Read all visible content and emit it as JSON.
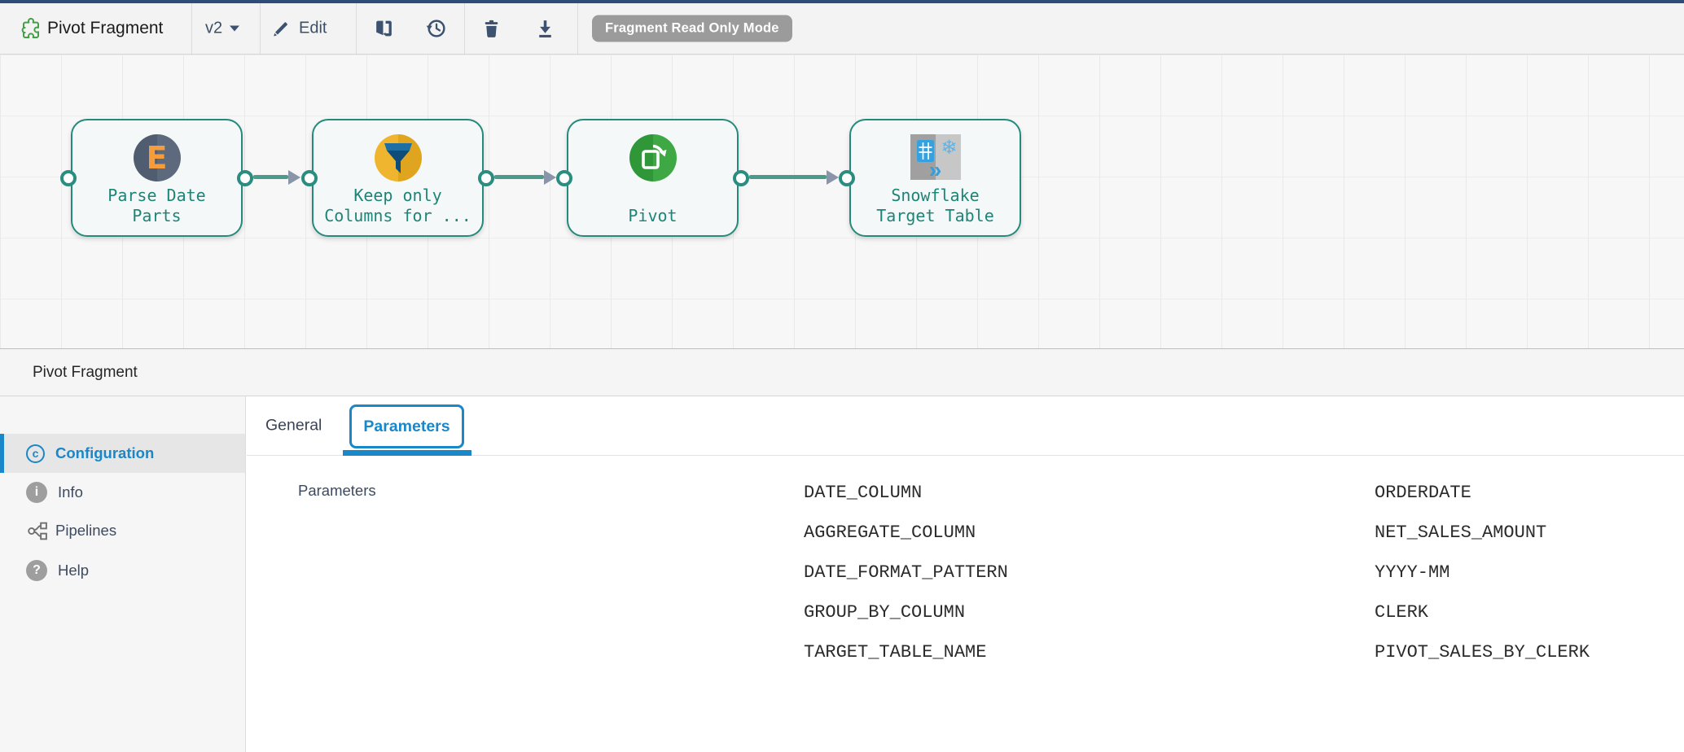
{
  "colors": {
    "accent_blue": "#1a87c8",
    "teal": "#258a7c",
    "topbar_border_navy": "#2e4c78",
    "toolbar_icon_slate": "#3d5270",
    "badge_gray": "#9b9b9b",
    "node_expression_slate": "#505c70",
    "node_filter_gold": "#efb52f",
    "node_pivot_green": "#35a03d",
    "snowflake_blue": "#35a1de",
    "connector_teal": "#4a9b8c",
    "arrowhead_gray": "#8b95a9"
  },
  "toolbar": {
    "title": "Pivot Fragment",
    "version_label": "v2",
    "edit_label": "Edit",
    "read_only_badge": "Fragment Read Only Mode",
    "icons": {
      "app": "puzzle-icon",
      "version_caret": "caret-down",
      "edit": "pencil-icon",
      "compare": "compare-versions-icon",
      "history": "history-clock-icon",
      "delete": "trash-icon",
      "download": "download-icon"
    }
  },
  "canvas": {
    "nodes": [
      {
        "label": "Parse Date\nParts",
        "icon_glyph": "E"
      },
      {
        "label": "Keep only\nColumns for ..."
      },
      {
        "label": "Pivot"
      },
      {
        "label": "Snowflake\nTarget Table",
        "snowflake_glyph": "❄",
        "chevrons_glyph": "»"
      }
    ]
  },
  "detail_header": {
    "title": "Pivot Fragment"
  },
  "sidebar": {
    "items": [
      {
        "label": "Configuration",
        "glyph": "c",
        "selected": true
      },
      {
        "label": "Info",
        "glyph": "i"
      },
      {
        "label": "Pipelines"
      },
      {
        "label": "Help",
        "glyph": "?"
      }
    ]
  },
  "tabs": {
    "general": "General",
    "parameters": "Parameters"
  },
  "parameters_section": {
    "label": "Parameters",
    "rows": [
      {
        "name": "DATE_COLUMN",
        "value": "ORDERDATE"
      },
      {
        "name": "AGGREGATE_COLUMN",
        "value": "NET_SALES_AMOUNT"
      },
      {
        "name": "DATE_FORMAT_PATTERN",
        "value": "YYYY-MM"
      },
      {
        "name": "GROUP_BY_COLUMN",
        "value": "CLERK"
      },
      {
        "name": "TARGET_TABLE_NAME",
        "value": "PIVOT_SALES_BY_CLERK"
      }
    ]
  }
}
